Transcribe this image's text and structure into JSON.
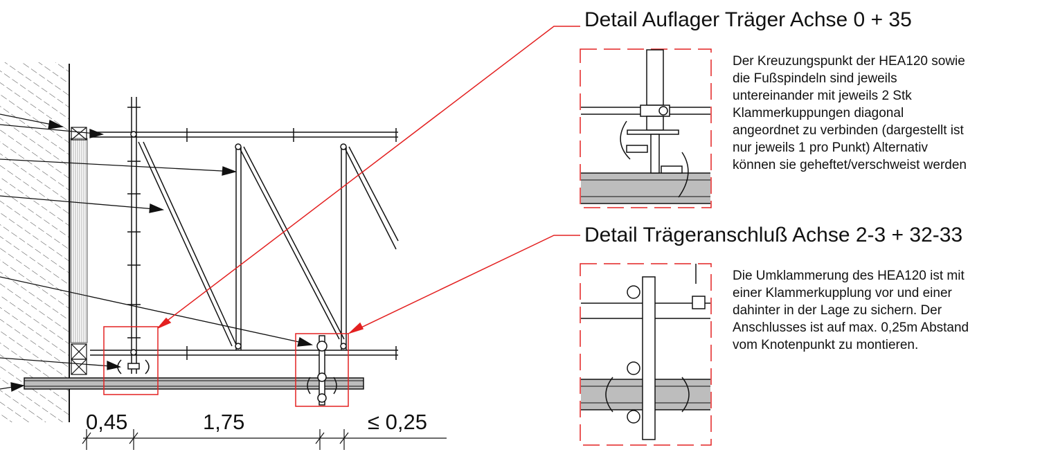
{
  "dimensions": [
    "0,45",
    "1,75",
    "≤ 0,25"
  ],
  "detail_1": {
    "title": "Detail Auflager Träger Achse 0 + 35",
    "lines": [
      "Der Kreuzungspunkt der HEA120 sowie",
      "die Fußspindeln sind jeweils",
      "untereinander mit jeweils 2 Stk",
      "Klammerkuppungen diagonal",
      "angeordnet zu verbinden (dargestellt ist",
      "nur jeweils 1 pro Punkt) Alternativ",
      "können sie geheftet/verschweist werden"
    ]
  },
  "detail_2": {
    "title": "Detail Trägeranschluß Achse 2-3 + 32-33",
    "lines": [
      "Die Umklammerung des HEA120 ist mit",
      "einer Klammerkupplung vor und einer",
      "dahinter in der Lage zu sichern. Der",
      "Anschlusses ist auf max. 0,25m Abstand",
      "vom Knotenpunkt zu montieren."
    ]
  },
  "colors": {
    "line": "#111111",
    "callout": "#e32020",
    "beam_fill": "#bdbdbd"
  }
}
